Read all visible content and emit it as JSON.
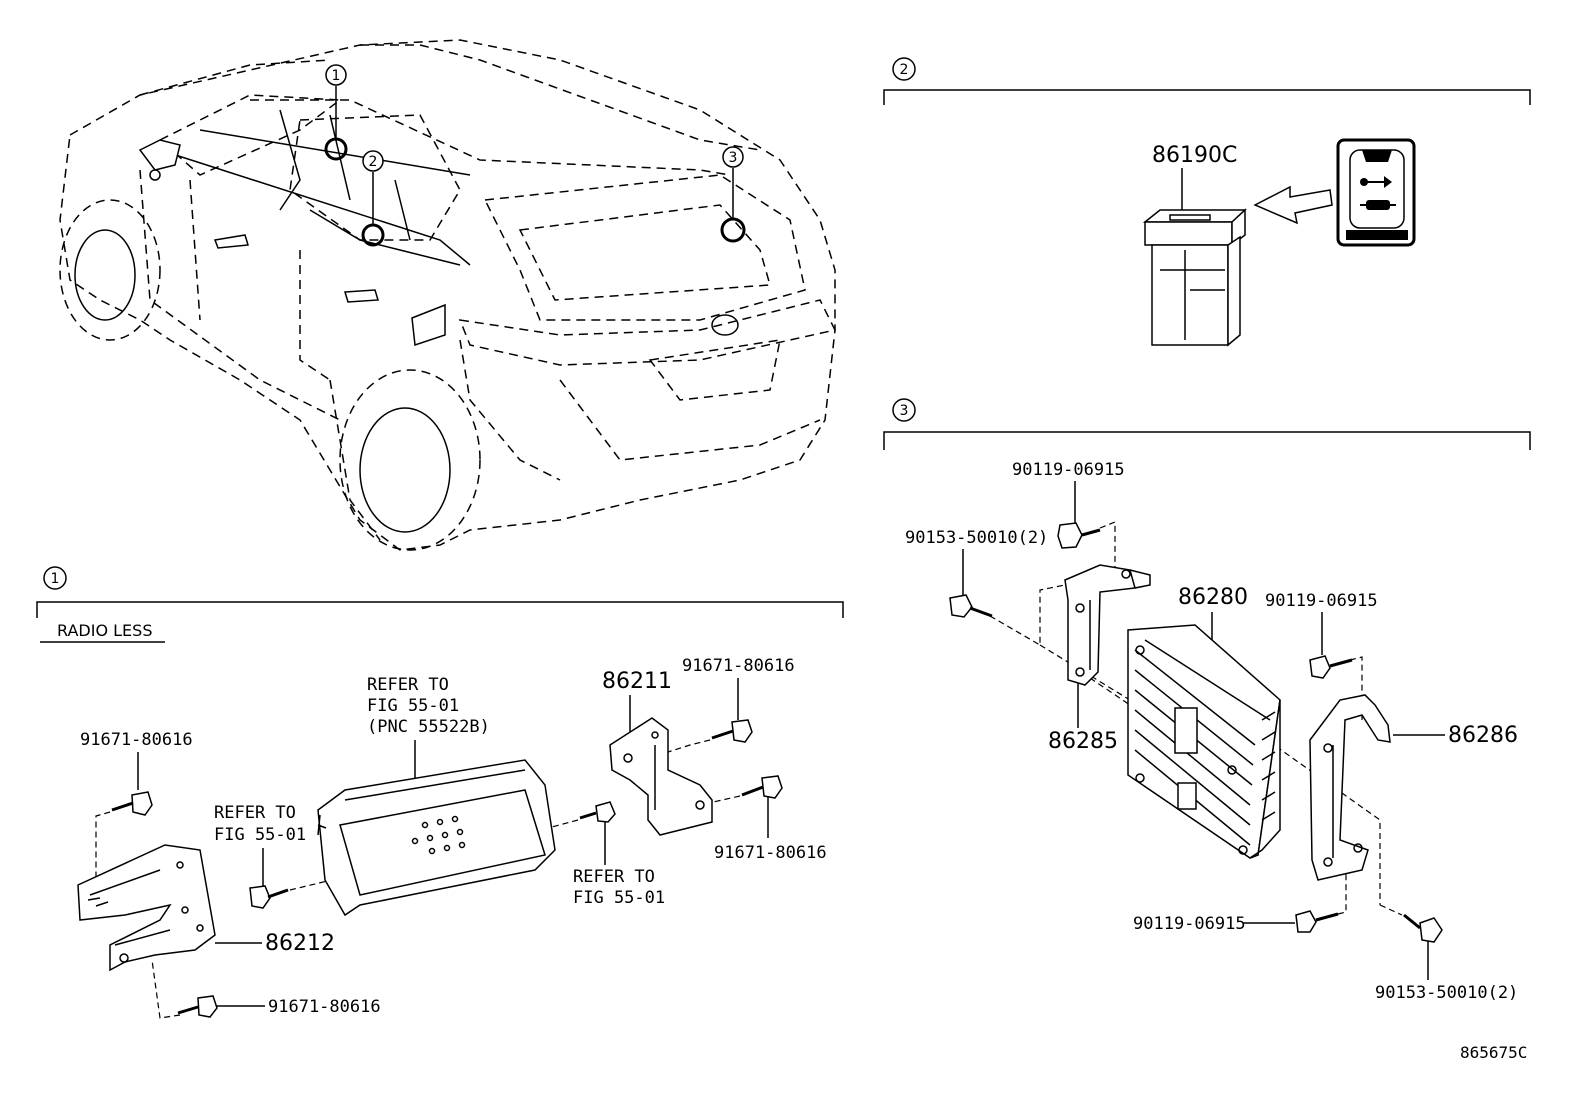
{
  "sections": {
    "one": {
      "number": "1",
      "variant": "RADIO LESS"
    },
    "two": {
      "number": "2"
    },
    "three": {
      "number": "3"
    }
  },
  "car_markers": [
    "1",
    "2",
    "3"
  ],
  "parts": {
    "usb_port": "86190C",
    "amplifier": "86280",
    "amp_bracket_left": "86285",
    "amp_bracket_right": "86286",
    "bracket_upper": "86211",
    "bracket_lower": "86212",
    "screw_a_top": "90119-06915",
    "screw_a_right": "90119-06915",
    "screw_a_bottom": "90119-06915",
    "bolt_b_left": "90153-50010(2)",
    "bolt_b_bottom": "90153-50010(2)",
    "screw_c_left": "91671-80616",
    "screw_c_top_right": "91671-80616",
    "screw_c_right": "91671-80616",
    "screw_c_bottom": "91671-80616"
  },
  "refers": {
    "display": [
      "REFER TO",
      "FIG 55-01",
      "(PNC 55522B)"
    ],
    "screw_left": [
      "REFER TO",
      "FIG 55-01"
    ],
    "screw_right": [
      "REFER TO",
      "FIG 55-01"
    ]
  },
  "figure_code": "865675C"
}
